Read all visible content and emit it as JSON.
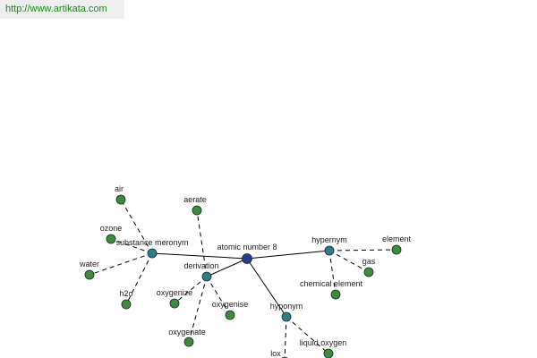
{
  "site_link": {
    "text": "http://www.artikata.com"
  },
  "colors": {
    "root": "#2b3b8c",
    "relation": "#2e7d8c",
    "leaf": "#3f8a3f",
    "link": "#1a8a1a"
  },
  "graph": {
    "nodes": [
      {
        "id": "root",
        "label": "atomic number 8",
        "kind": "root"
      },
      {
        "id": "substance_meronym",
        "label": "substance meronym",
        "kind": "relation"
      },
      {
        "id": "derivation",
        "label": "derivation",
        "kind": "relation"
      },
      {
        "id": "hypernym",
        "label": "hypernym",
        "kind": "relation"
      },
      {
        "id": "hyponym",
        "label": "hyponym",
        "kind": "relation"
      },
      {
        "id": "air",
        "label": "air",
        "kind": "leaf"
      },
      {
        "id": "ozone",
        "label": "ozone",
        "kind": "leaf"
      },
      {
        "id": "water",
        "label": "water",
        "kind": "leaf"
      },
      {
        "id": "h2o",
        "label": "h2o",
        "kind": "leaf"
      },
      {
        "id": "aerate",
        "label": "aerate",
        "kind": "leaf"
      },
      {
        "id": "oxygenize",
        "label": "oxygenize",
        "kind": "leaf"
      },
      {
        "id": "oxygenise",
        "label": "oxygenise",
        "kind": "leaf"
      },
      {
        "id": "oxygenate",
        "label": "oxygenate",
        "kind": "leaf"
      },
      {
        "id": "element",
        "label": "element",
        "kind": "leaf"
      },
      {
        "id": "gas",
        "label": "gas",
        "kind": "leaf"
      },
      {
        "id": "chemical_element",
        "label": "chemical element",
        "kind": "leaf"
      },
      {
        "id": "liquid_oxygen",
        "label": "liquid oxygen",
        "kind": "leaf"
      },
      {
        "id": "lox",
        "label": "lox",
        "kind": "leaf"
      }
    ],
    "edges": [
      {
        "from": "root",
        "to": "substance_meronym",
        "style": "solid"
      },
      {
        "from": "root",
        "to": "derivation",
        "style": "solid"
      },
      {
        "from": "root",
        "to": "hypernym",
        "style": "solid"
      },
      {
        "from": "root",
        "to": "hyponym",
        "style": "solid"
      },
      {
        "from": "substance_meronym",
        "to": "air",
        "style": "dashed"
      },
      {
        "from": "substance_meronym",
        "to": "ozone",
        "style": "dashed"
      },
      {
        "from": "substance_meronym",
        "to": "water",
        "style": "dashed"
      },
      {
        "from": "substance_meronym",
        "to": "h2o",
        "style": "dashed"
      },
      {
        "from": "derivation",
        "to": "aerate",
        "style": "dashed"
      },
      {
        "from": "derivation",
        "to": "oxygenize",
        "style": "dashed"
      },
      {
        "from": "derivation",
        "to": "oxygenise",
        "style": "dashed"
      },
      {
        "from": "derivation",
        "to": "oxygenate",
        "style": "dashed"
      },
      {
        "from": "hypernym",
        "to": "element",
        "style": "dashed"
      },
      {
        "from": "hypernym",
        "to": "gas",
        "style": "dashed"
      },
      {
        "from": "hypernym",
        "to": "chemical_element",
        "style": "dashed"
      },
      {
        "from": "hyponym",
        "to": "liquid_oxygen",
        "style": "dashed"
      },
      {
        "from": "hyponym",
        "to": "lox",
        "style": "dashed"
      }
    ]
  }
}
